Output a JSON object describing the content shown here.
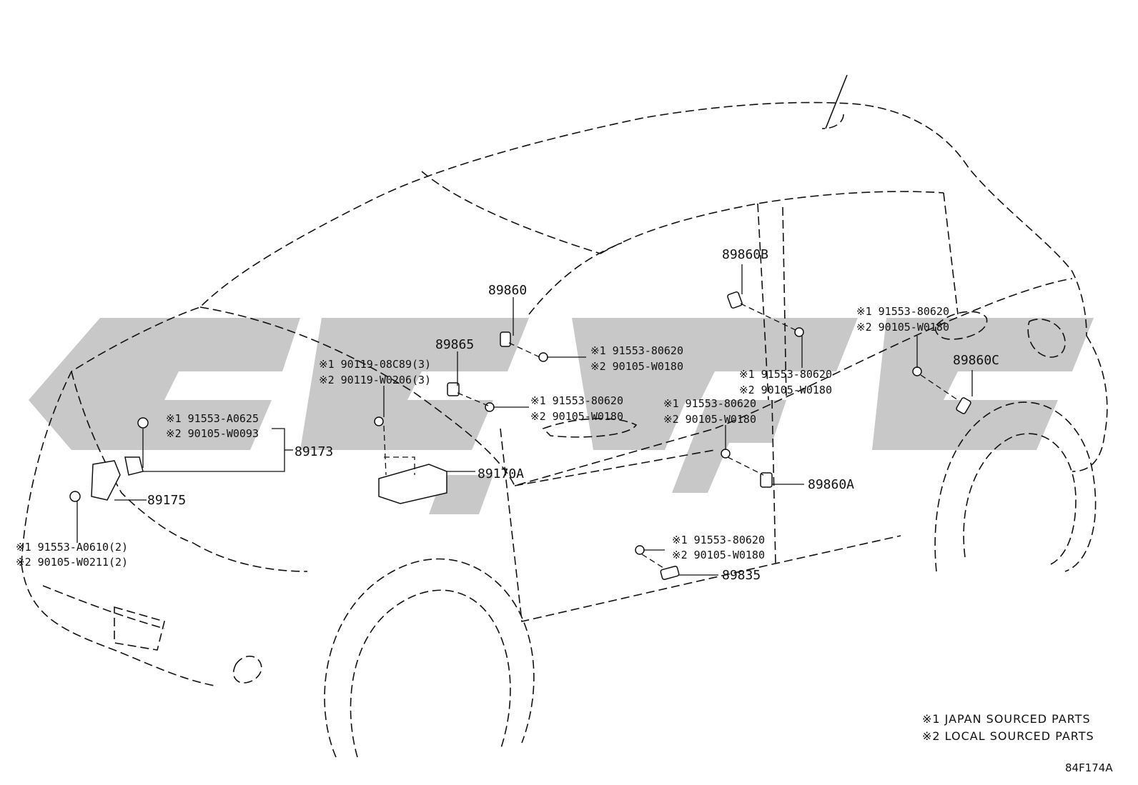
{
  "labels": {
    "p89860B": "89860B",
    "p89860": "89860",
    "p89865": "89865",
    "p89860C": "89860C",
    "p89173": "89173",
    "p89175": "89175",
    "p89170A": "89170A",
    "p89860A": "89860A",
    "p89835": "89835"
  },
  "callouts": {
    "s1_89860": "※1 91553-80620",
    "s2_89860": "※2 90105-W0180",
    "s1_89865": "※1 91553-80620",
    "s2_89865": "※2 90105-W0180",
    "s1_89170": "※1 90119-08C89(3)",
    "s2_89170": "※2 90119-W0206(3)",
    "s1_89173": "※1 91553-A0625",
    "s2_89173": "※2 90105-W0093",
    "s1_89175": "※1 91553-A0610(2)",
    "s2_89175": "※2 90105-W0211(2)",
    "s1_89860B": "※1 91553-80620",
    "s2_89860B": "※2 90105-W0180",
    "s1_89860A": "※1 91553-80620",
    "s2_89860A": "※2 90105-W0180",
    "s1_89860C": "※1 91553-80620",
    "s2_89860C": "※2 90105-W0180",
    "s1_89835": "※1 91553-80620",
    "s2_89835": "※2 90105-W0180"
  },
  "legend": {
    "line1": "※1 JAPAN SOURCED PARTS",
    "line2": "※2 LOCAL SOURCED PARTS"
  },
  "figure_code": "84F174A"
}
